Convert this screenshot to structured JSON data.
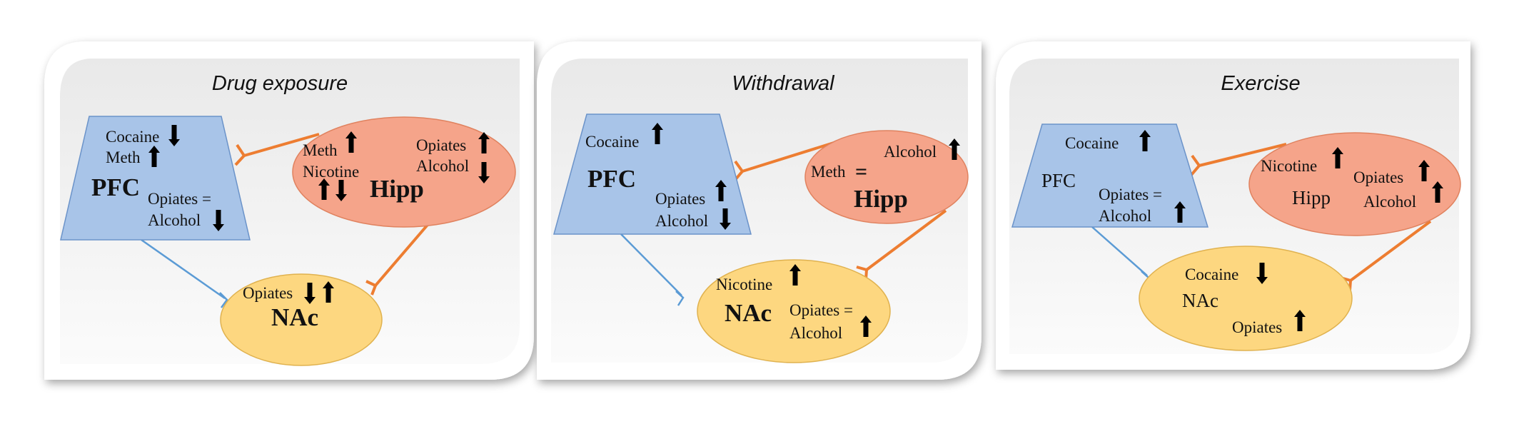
{
  "colors": {
    "pfc_fill": "#a8c4e8",
    "hipp_fill": "#f5a48a",
    "nac_fill": "#fdd780",
    "blue_line": "#5b9bd5",
    "orange_line": "#ed7d31"
  },
  "panels": [
    {
      "title": "Drug exposure",
      "pfc": {
        "name": "PFC",
        "items": [
          "Cocaine",
          "Meth",
          "Opiates =",
          "Alcohol"
        ]
      },
      "hipp": {
        "name": "Hipp",
        "items": [
          "Meth",
          "Nicotine",
          "Opiates",
          "Alcohol"
        ]
      },
      "nac": {
        "name": "NAc",
        "items": [
          "Opiates"
        ]
      }
    },
    {
      "title": "Withdrawal",
      "pfc": {
        "name": "PFC",
        "items": [
          "Cocaine",
          "Opiates",
          "Alcohol"
        ]
      },
      "hipp": {
        "name": "Hipp",
        "items": [
          "Alcohol",
          "Meth",
          "="
        ]
      },
      "nac": {
        "name": "NAc",
        "items": [
          "Nicotine",
          "Opiates =",
          "Alcohol"
        ]
      }
    },
    {
      "title": "Exercise",
      "pfc": {
        "name": "PFC",
        "items": [
          "Cocaine",
          "Opiates =",
          "Alcohol"
        ]
      },
      "hipp": {
        "name": "Hipp",
        "items": [
          "Nicotine",
          "Opiates",
          "Alcohol"
        ]
      },
      "nac": {
        "name": "NAc",
        "items": [
          "Cocaine",
          "Opiates"
        ]
      }
    }
  ],
  "arrow_icons": [
    "up-arrow-icon",
    "down-arrow-icon"
  ]
}
